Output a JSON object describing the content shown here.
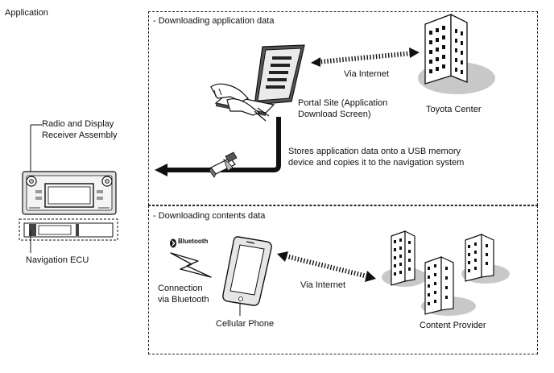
{
  "title": "Application",
  "section_app": {
    "heading": "- Downloading application data",
    "via_internet": "Via Internet",
    "portal_line1": "Portal Site (Application",
    "portal_line2": "Download Screen)",
    "center": "Toyota Center",
    "stores_line1": "Stores application data onto a USB memory",
    "stores_line2": "device and copies it to the navigation system"
  },
  "section_contents": {
    "heading": "- Downloading contents data",
    "bluetooth_logo": "Bluetooth",
    "connection_line1": "Connection",
    "connection_line2": "via Bluetooth",
    "phone": "Cellular Phone",
    "via_internet": "Via Internet",
    "provider": "Content Provider"
  },
  "left": {
    "radio_line1": "Radio and Display",
    "radio_line2": "Receiver Assembly",
    "nav_ecu": "Navigation ECU"
  }
}
